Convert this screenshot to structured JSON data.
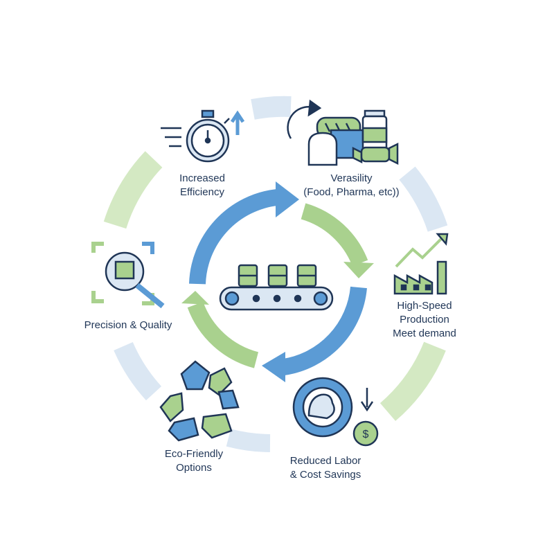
{
  "diagram": {
    "colors": {
      "blue": "#5b9bd5",
      "blue_light": "#dbe7f3",
      "green": "#a9d18e",
      "green_light": "#d4e9c3",
      "navy": "#1f3556"
    },
    "nodes": [
      {
        "id": "efficiency",
        "icon": "stopwatch-icon",
        "lines": [
          "Increased",
          "Efficiency"
        ]
      },
      {
        "id": "versatility",
        "icon": "products-icon",
        "lines": [
          "Verasility",
          "(Food, Pharma, etc))"
        ]
      },
      {
        "id": "high-speed",
        "icon": "factory-growth-icon",
        "lines": [
          "High-Speed",
          "Production",
          "Meet demand"
        ]
      },
      {
        "id": "labor",
        "icon": "gear-arm-dollar-icon",
        "lines": [
          "Reduced Labor",
          "& Cost Savings"
        ]
      },
      {
        "id": "eco",
        "icon": "recycle-icon",
        "lines": [
          "Eco-Friendly",
          "Options"
        ]
      },
      {
        "id": "precision",
        "icon": "magnifier-box-icon",
        "lines": [
          "Precision & Quality"
        ]
      }
    ],
    "center": {
      "icon": "conveyor-belt-icon"
    }
  }
}
